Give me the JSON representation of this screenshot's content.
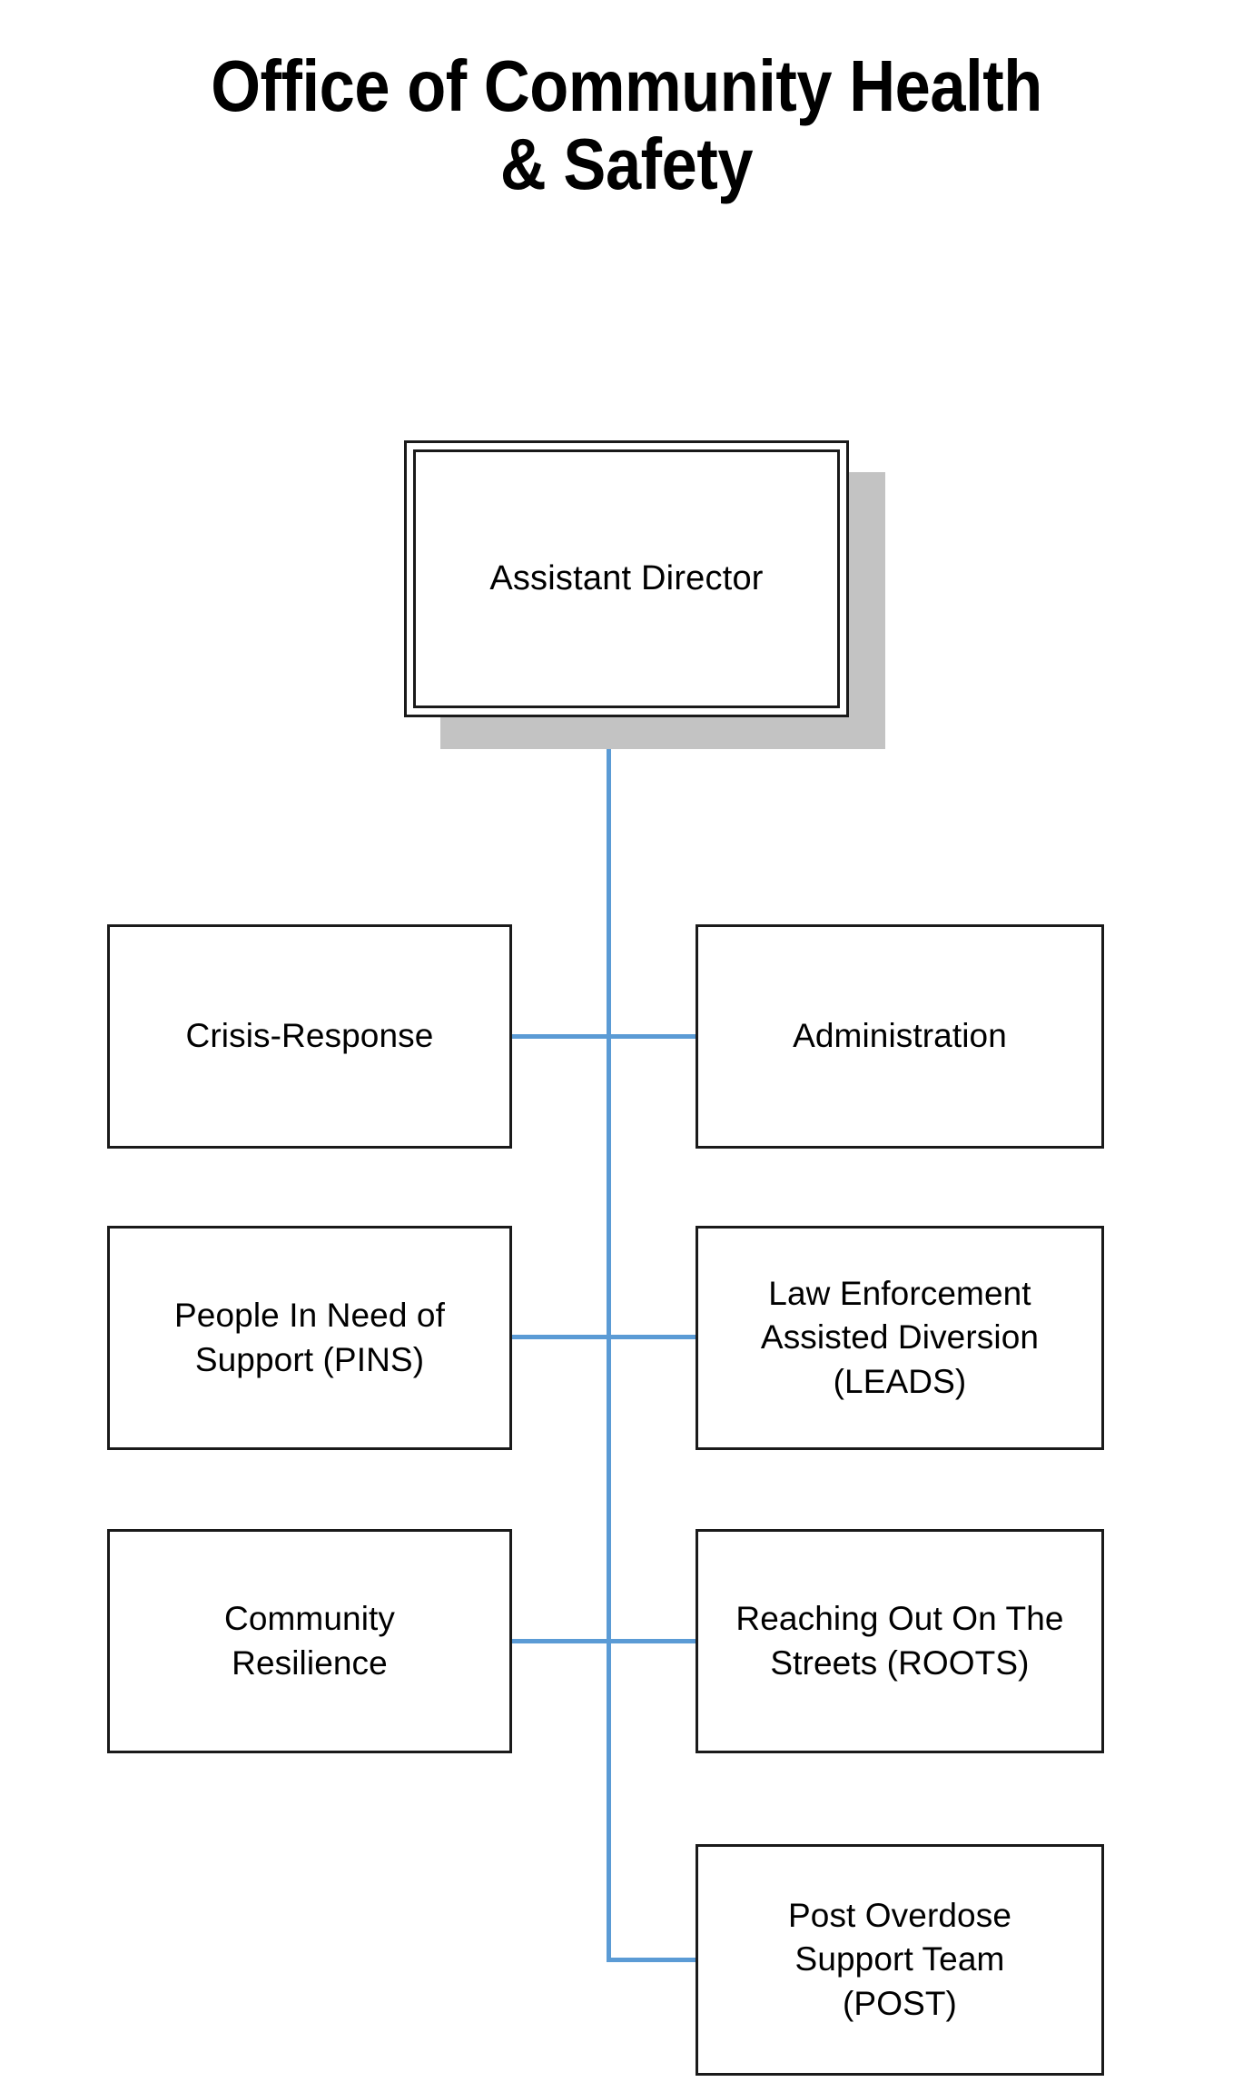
{
  "title": "Office of Community Health\n& Safety",
  "colors": {
    "connector": "#5b9bd5",
    "box_border": "#1a1a1a",
    "shadow": "#c3c3c3",
    "text": "#000000",
    "background": "#ffffff"
  },
  "chart_data": {
    "type": "org-chart",
    "title": "Office of Community Health & Safety",
    "root": "Assistant Director",
    "children": [
      "Crisis-Response",
      "Administration",
      "People In Need of Support (PINS)",
      "Law Enforcement Assisted Diversion (LEADS)",
      "Community Resilience",
      "Reaching Out On The Streets (ROOTS)",
      "Post Overdose Support Team (POST)"
    ]
  },
  "nodes": {
    "root": {
      "label": "Assistant Director"
    },
    "row1": {
      "left": {
        "label": "Crisis-Response"
      },
      "right": {
        "label": "Administration"
      }
    },
    "row2": {
      "left": {
        "label": "People In Need of\nSupport (PINS)"
      },
      "right": {
        "label": "Law Enforcement\nAssisted Diversion\n(LEADS)"
      }
    },
    "row3": {
      "left": {
        "label": "Community\nResilience"
      },
      "right": {
        "label": "Reaching Out On The\nStreets (ROOTS)"
      }
    },
    "row4": {
      "right": {
        "label": "Post Overdose\nSupport Team\n(POST)"
      }
    }
  }
}
